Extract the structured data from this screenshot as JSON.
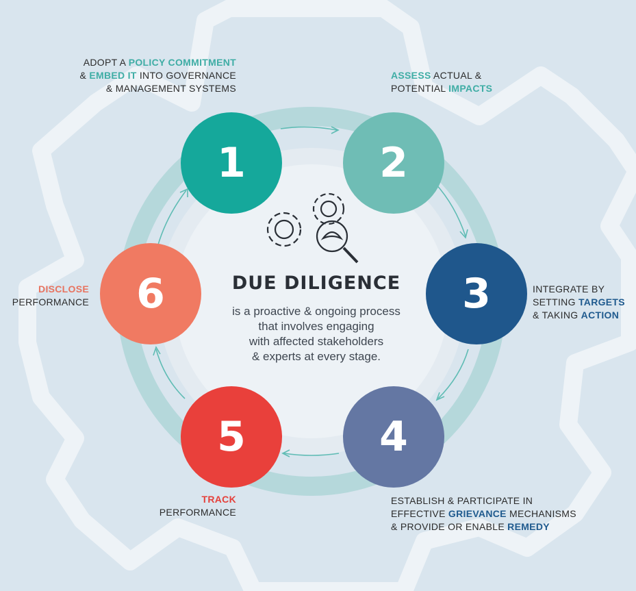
{
  "center": {
    "title": "DUE DILIGENCE",
    "lines": [
      "is a proactive & ongoing process",
      "that involves engaging",
      "with affected stakeholders",
      "& experts at every stage."
    ],
    "icon": "gears-magnifier-icon"
  },
  "steps": [
    {
      "number": "1",
      "color": "#15a89b"
    },
    {
      "number": "2",
      "color": "#6fbdb5"
    },
    {
      "number": "3",
      "color": "#1f578c"
    },
    {
      "number": "4",
      "color": "#6477a3"
    },
    {
      "number": "5",
      "color": "#e9403b"
    },
    {
      "number": "6",
      "color": "#f07a62"
    }
  ],
  "labels": {
    "step1": {
      "a": "ADOPT A ",
      "b": "POLICY COMMITMENT",
      "c": "& ",
      "d": "EMBED IT",
      "e": " INTO GOVERNANCE",
      "f": "& MANAGEMENT SYSTEMS"
    },
    "step2": {
      "a": "ASSESS",
      "b": " ACTUAL &",
      "c": "POTENTIAL ",
      "d": "IMPACTS"
    },
    "step3": {
      "a": "INTEGRATE BY",
      "b": "SETTING ",
      "c": "TARGETS",
      "d": "& TAKING ",
      "e": "ACTION"
    },
    "step4": {
      "a": "ESTABLISH & PARTICIPATE IN",
      "b": "EFFECTIVE ",
      "c": "GRIEVANCE",
      "d": " MECHANISMS",
      "e": "& PROVIDE OR ENABLE ",
      "f": "REMEDY"
    },
    "step5": {
      "a": "TRACK",
      "b": "PERFORMANCE"
    },
    "step6": {
      "a": "DISCLOSE",
      "b": "PERFORMANCE"
    }
  },
  "colors": {
    "background": "#d9e5ee",
    "gear": "#eef3f7",
    "ring": "#b5d8db",
    "arrow": "#5fbcb4"
  }
}
